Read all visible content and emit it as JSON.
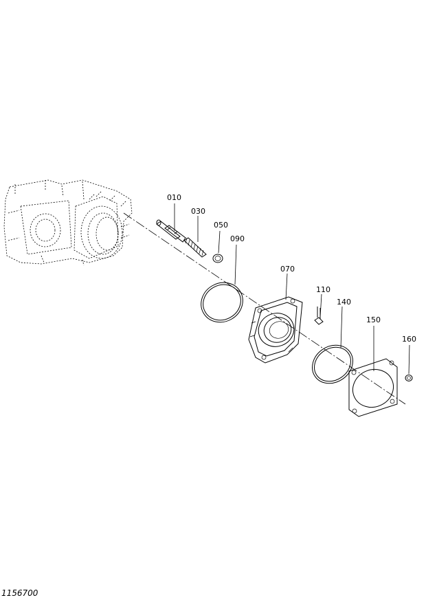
{
  "parts": [
    {
      "id": "010",
      "name": "spool"
    },
    {
      "id": "030",
      "name": "spring"
    },
    {
      "id": "050",
      "name": "snap-ring"
    },
    {
      "id": "090",
      "name": "o-ring"
    },
    {
      "id": "070",
      "name": "cover"
    },
    {
      "id": "110",
      "name": "bolt"
    },
    {
      "id": "140",
      "name": "o-ring"
    },
    {
      "id": "150",
      "name": "gasket-plate"
    },
    {
      "id": "160",
      "name": "washer"
    }
  ],
  "document_number": "1156700"
}
